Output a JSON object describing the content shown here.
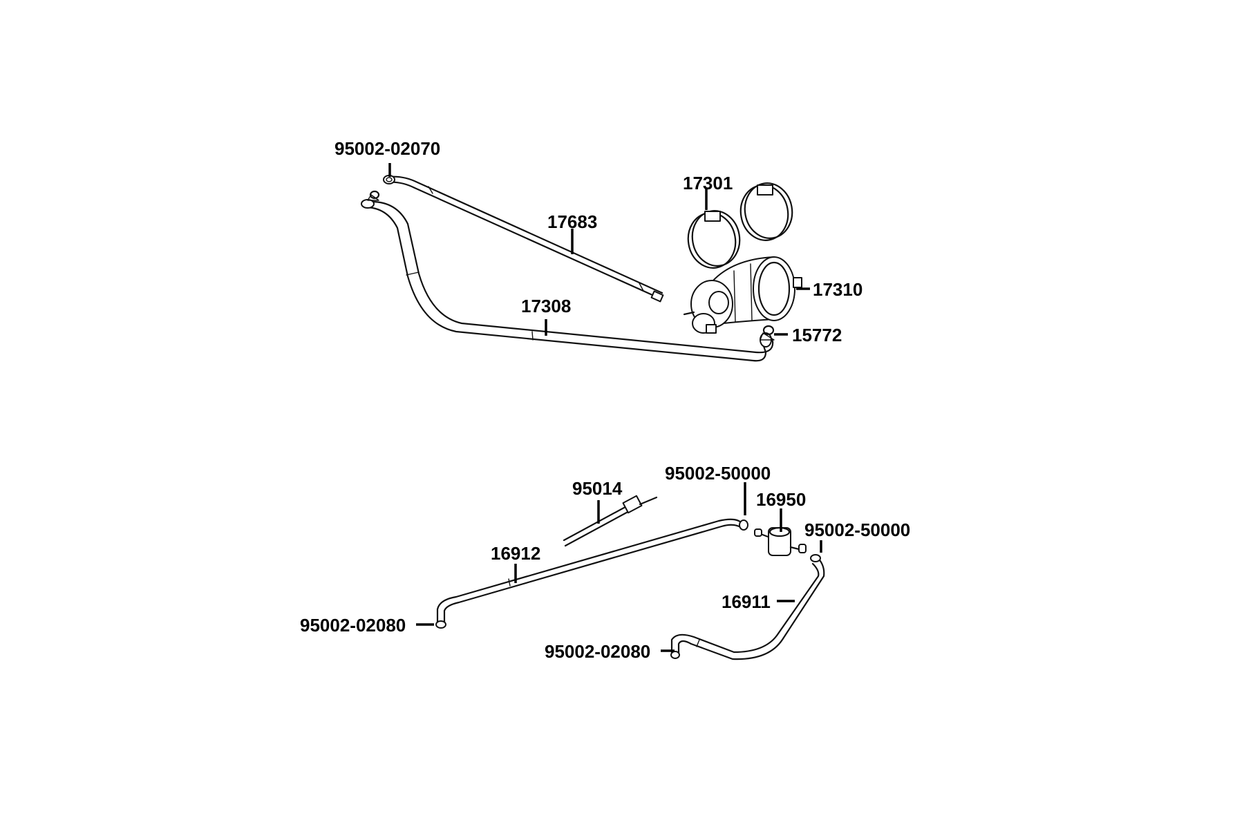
{
  "callouts": {
    "hose_95002_02070": "95002-02070",
    "clamp_17301": "17301",
    "hose_17683": "17683",
    "canister_17310": "17310",
    "hose_17308": "17308",
    "clip_15772": "15772",
    "clamp_95002_50000_a": "95002-50000",
    "band_95014": "95014",
    "valve_16950": "16950",
    "clamp_95002_50000_b": "95002-50000",
    "hose_16912": "16912",
    "hose_16911": "16911",
    "clamp_95002_02080_a": "95002-02080",
    "clamp_95002_02080_b": "95002-02080"
  }
}
